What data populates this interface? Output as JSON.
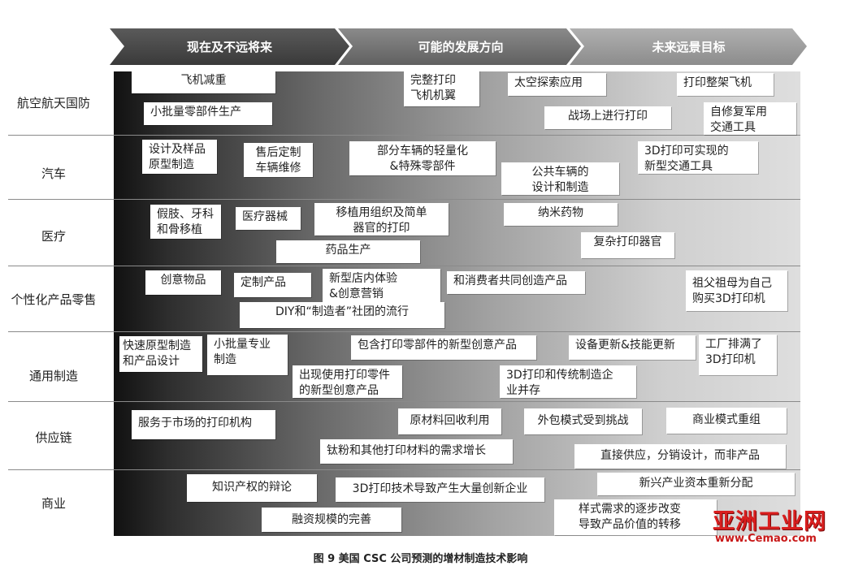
{
  "header": {
    "phases": [
      "现在及不远将来",
      "可能的发展方向",
      "未来远景目标"
    ]
  },
  "categories": [
    "航空航天国防",
    "汽车",
    "医疗",
    "个性化产品零售",
    "通用制造",
    "供应链",
    "商业"
  ],
  "items": {
    "aero_1": "飞机减重",
    "aero_2": "小批量零部件生产",
    "aero_3": "完整打印\n飞机机翼",
    "aero_4": "太空探索应用",
    "aero_5": "打印整架飞机",
    "aero_6": "战场上进行打印",
    "aero_7": "自修复军用\n交通工具",
    "auto_1": "设计及样品\n原型制造",
    "auto_2": "售后定制\n车辆维修",
    "auto_3": "部分车辆的轻量化\n&特殊零部件",
    "auto_4": "公共车辆的\n设计和制造",
    "auto_5": "3D打印可实现的\n新型交通工具",
    "med_1": "假肢、牙科\n和骨移植",
    "med_2": "医疗器械",
    "med_3": "移植用组织及简单\n器官的打印",
    "med_4": "纳米药物",
    "med_5": "药品生产",
    "med_6": "复杂打印器官",
    "ret_1": "创意物品",
    "ret_2": "定制产品",
    "ret_3": "新型店内体验\n&创意营销",
    "ret_4": "和消费者共同创造产品",
    "ret_5": "祖父祖母为自己\n购买3D打印机",
    "ret_6": "DIY和“制造者”社团的流行",
    "gen_1": "快速原型制造\n和产品设计",
    "gen_2": "小批量专业\n制造",
    "gen_3": "包含打印零部件的新型创意产品",
    "gen_4": "设备更新&技能更新",
    "gen_5": "工厂排满了\n3D打印机",
    "gen_6": "出现使用打印零件\n的新型创意产品",
    "gen_7": "3D打印和传统制造企\n业并存",
    "sup_1": "服务于市场的打印机构",
    "sup_2": "原材料回收利用",
    "sup_3": "外包模式受到挑战",
    "sup_4": "商业模式重组",
    "sup_5": "钛粉和其他打印材料的需求增长",
    "sup_6": "直接供应，分销设计，而非产品",
    "bus_1": "知识产权的辩论",
    "bus_2": "3D打印技术导致产生大量创新企业",
    "bus_3": "新兴产业资本重新分配",
    "bus_4": "融资规模的完善",
    "bus_5": "样式需求的逐步改变\n导致产品价值的转移"
  },
  "caption": "图 9   美国 CSC 公司预测的增材制造技术影响",
  "watermark": {
    "logo_text": "亚洲工业网",
    "url": "www.Cemao.com"
  },
  "colors": {
    "arrow_dark": "#444444",
    "arrow_mid": "#6a6a6a",
    "arrow_light": "#9a9a9a"
  }
}
